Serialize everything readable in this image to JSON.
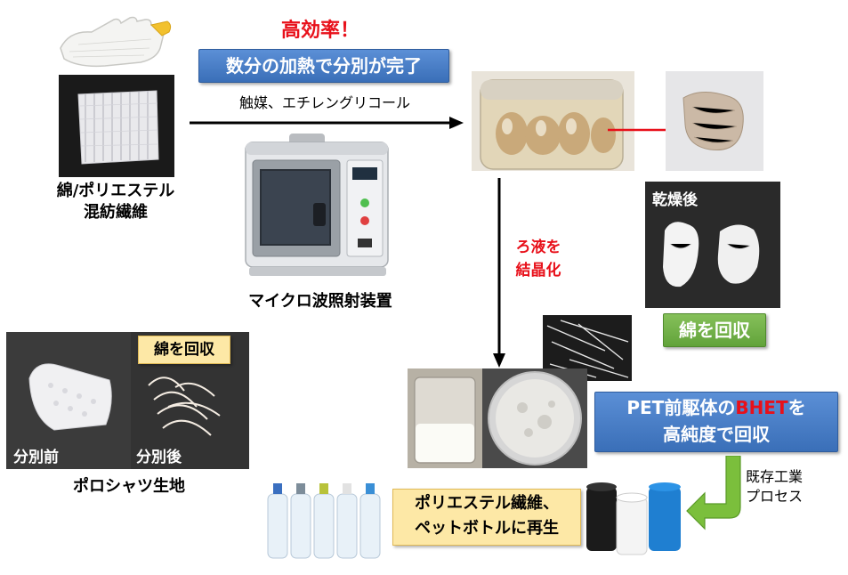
{
  "headline": "高効率！",
  "heat_banner": "数分の加熱で分別が完了",
  "catalyst_text": "触媒、エチレングリコール",
  "blend_label_1": "綿/ポリエステル",
  "blend_label_2": "混紡繊維",
  "device_label": "マイクロ波照射装置",
  "crystallize_label_1": "ろ液を",
  "crystallize_label_2": "結晶化",
  "dried_label": "乾燥後",
  "cotton_recover_banner": "綿を回収",
  "polo_cotton_tag": "綿を回収",
  "polo_before": "分別前",
  "polo_after": "分別後",
  "polo_label": "ポロシャツ生地",
  "bhet_line1_pre": "PET前駆体の",
  "bhet_line1_hl": "BHET",
  "bhet_line1_post": "を",
  "bhet_line2": "高純度で回収",
  "industry_label_1": "既存工業",
  "industry_label_2": "プロセス",
  "regen_line1": "ポリエステル繊維、",
  "regen_line2": "ペットボトルに再生",
  "colors": {
    "headline_red": "#e8101a",
    "bhet_red": "#e8101a",
    "banner_blue": "#3a6fb8",
    "banner_green": "#62a33a",
    "tag_yellow": "#fde8a6",
    "arrow_red": "#e8101a",
    "arrow_green": "#7bbf3c"
  },
  "icons": [
    "glove-icon",
    "knit-fabric-photo",
    "microwave-device-icon",
    "beaker-photo",
    "pet-bottles-icon",
    "yarn-spools-icon"
  ]
}
